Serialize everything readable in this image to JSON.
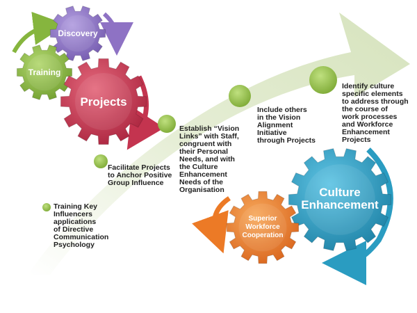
{
  "colors": {
    "arrow": "#dde8c8",
    "step_dot": "#8dbb45",
    "gear_discovery": "#8e72c4",
    "gear_training": "#86b53e",
    "gear_projects": "#c4344f",
    "gear_culture": "#2a9cc1",
    "gear_cooperation": "#ec7a26",
    "cycle_arrow_purple": "#8e72c4",
    "cycle_arrow_green": "#86b53e",
    "cycle_arrow_red": "#c4344f",
    "cycle_arrow_blue": "#2a9cc1",
    "cycle_arrow_orange": "#ec7a26"
  },
  "gears": {
    "discovery": "Discovery",
    "training": "Training",
    "projects": "Projects",
    "culture_line1": "Culture",
    "culture_line2": "Enhancement",
    "cooperation_line1": "Superior",
    "cooperation_line2": "Workforce",
    "cooperation_line3": "Cooperation"
  },
  "steps": [
    {
      "lines": [
        "Training Key",
        "Influencers",
        "applications",
        "of Directive",
        "Communication",
        "Psychology"
      ]
    },
    {
      "lines": [
        "Facilitate Projects",
        "to Anchor Positive",
        "Group Influence"
      ]
    },
    {
      "lines": [
        "Establish “Vision",
        "Links” with Staff,",
        "congruent with",
        "their Personal",
        "Needs, and with",
        "the Culture",
        "Enhancement",
        "Needs of the",
        "Organisation"
      ]
    },
    {
      "lines": [
        "Include others",
        "in the Vision",
        "Alignment",
        "Initiative",
        "through Projects"
      ]
    },
    {
      "lines": [
        "Identify culture",
        "specific elements",
        "to address through",
        "the course of",
        "work processes",
        "and Workforce",
        "Enhancement",
        "Projects"
      ]
    }
  ]
}
